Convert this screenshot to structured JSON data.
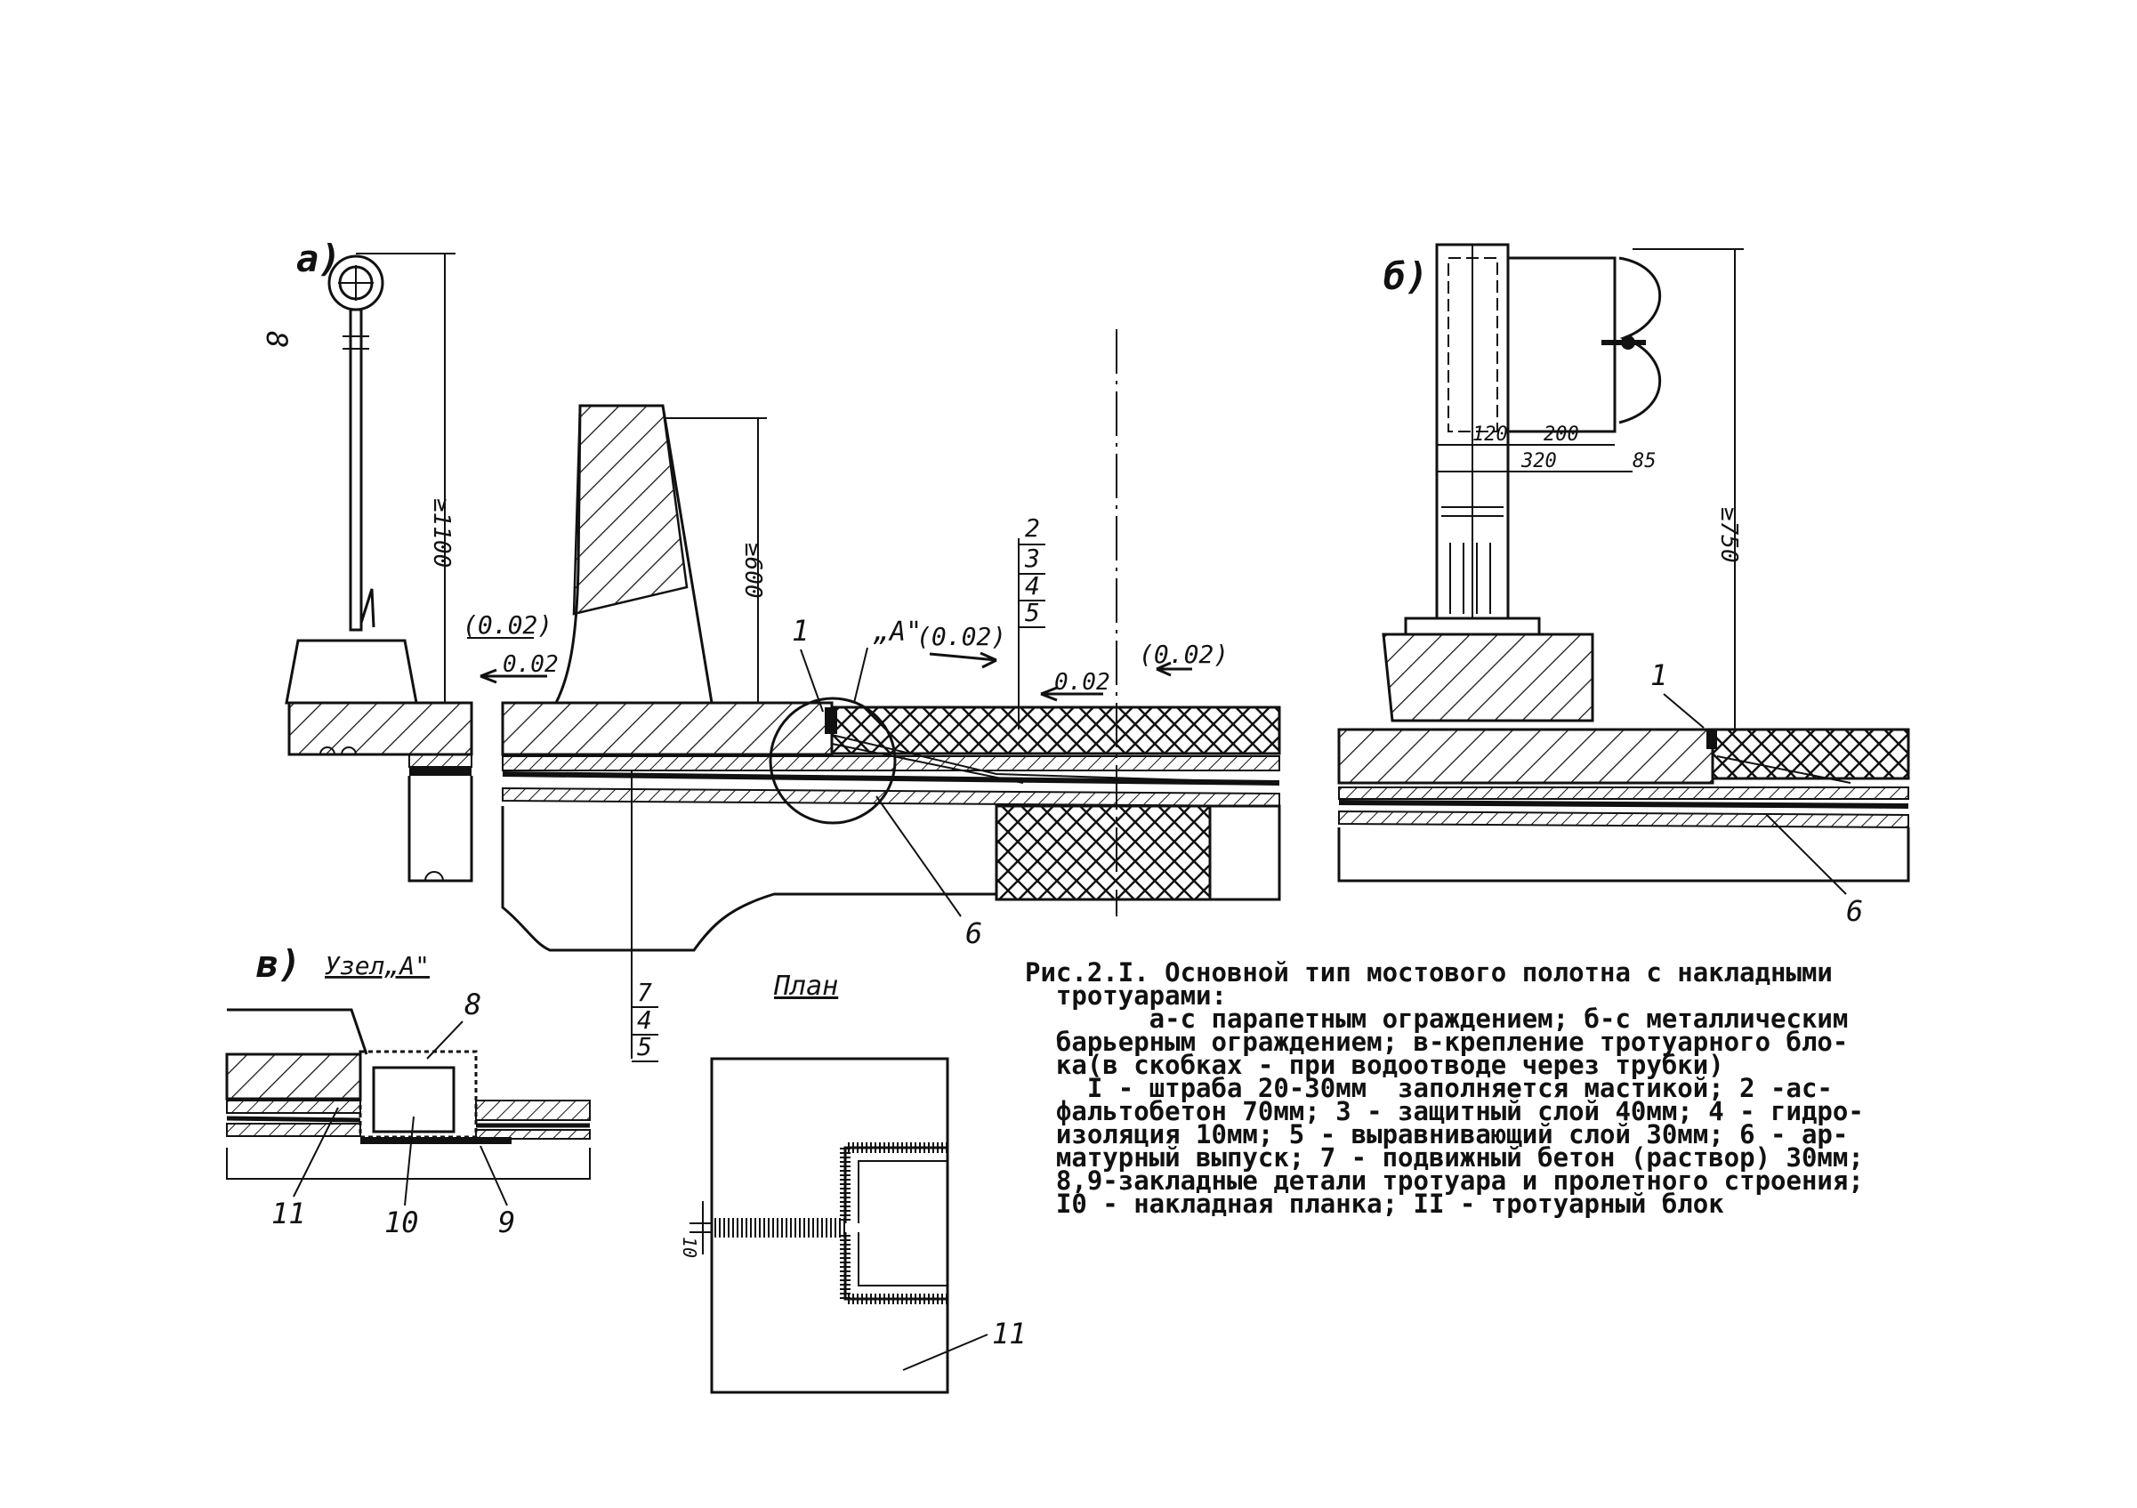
{
  "panels": {
    "a": "а)",
    "b": "б)",
    "v": "в)"
  },
  "slopes": {
    "s1_paren": "(0.02)",
    "s1": "0.02",
    "s2_paren": "(0.02)",
    "s3": "0.02",
    "s4_paren": "(0.02)"
  },
  "dims": {
    "rail_height": "≥1100",
    "parapet_height": "≥600",
    "barrier_height": "≥750",
    "d120": "120",
    "d200": "200",
    "d320": "320",
    "d85": "85",
    "d10": "10"
  },
  "callouts": {
    "node_a": "„A\"",
    "n1": "1",
    "n1b": "1",
    "n6": "6",
    "n6b": "6",
    "n8": "8",
    "n8_left": "8",
    "n9": "9",
    "n10": "10",
    "n11": "11",
    "n11b": "11",
    "stack_top": [
      "2",
      "3",
      "4",
      "5"
    ],
    "stack_bottom": [
      "7",
      "4",
      "5"
    ]
  },
  "titles": {
    "node": "Узел„А\"",
    "plan": "План"
  },
  "caption": {
    "lines": [
      "Рис.2.I. Основной тип мостового полотна с накладными",
      "  тротуарами:",
      "        а-с парапетным ограждением; б-с металлическим",
      "  барьерным ограждением; в-крепление тротуарного бло-",
      "  ка(в скобках - при водоотводе через трубки)",
      "    I - штраба 20-30мм  заполняется мастикой; 2 -ас-",
      "  фальтобетон 70мм; 3 - защитный слой 40мм; 4 - гидро-",
      "  изоляция 10мм; 5 - выравнивающий слой 30мм; 6 - ар-",
      "  матурный выпуск; 7 - подвижный бетон (раствор) 30мм;",
      "  8,9-закладные детали тротуара и пролетного строения;",
      "  I0 - накладная планка; II - тротуарный блок"
    ]
  }
}
